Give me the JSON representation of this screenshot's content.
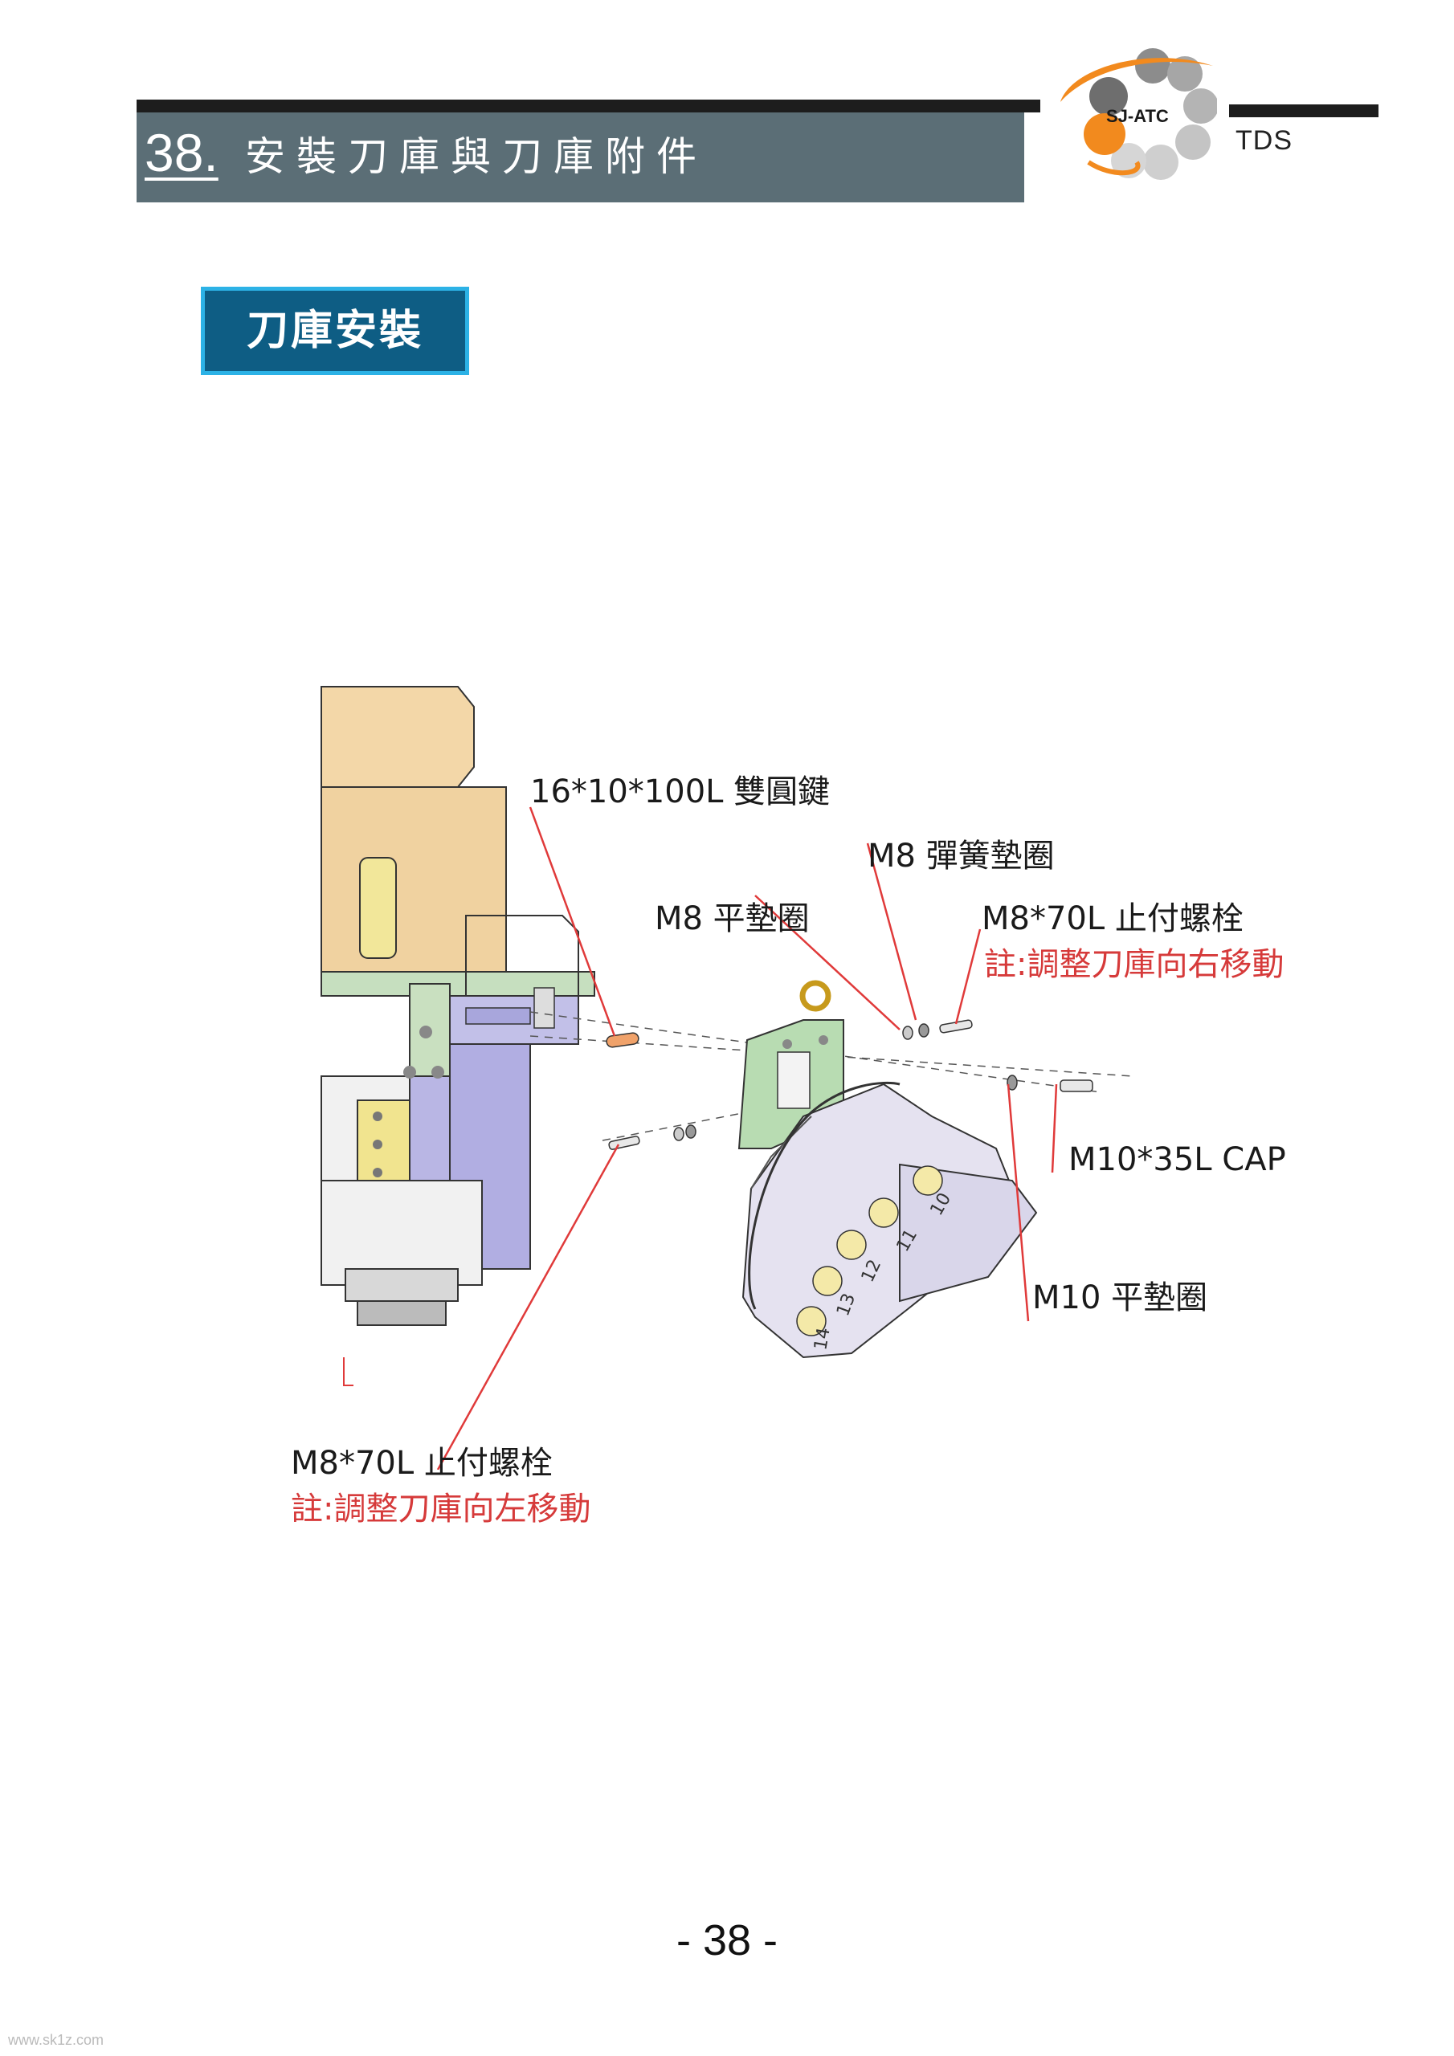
{
  "header": {
    "section_number": "38.",
    "title": "安裝刀庫與刀庫附件",
    "brand_tag": "TDS",
    "logo_text": "SJ-ATC"
  },
  "section_badge": "刀庫安裝",
  "labels": {
    "key": "16*10*100L 雙圓鍵",
    "spring_washer": "M8 彈簧墊圈",
    "flat_washer_m8": "M8 平墊圈",
    "stop_bolt_right": "M8*70L 止付螺栓",
    "note_right": "註:調整刀庫向右移動",
    "cap_screw": "M10*35L CAP",
    "flat_washer_m10": "M10 平墊圈",
    "stop_bolt_left": "M8*70L 止付螺栓",
    "note_left": "註:調整刀庫向左移動"
  },
  "pocket_numbers": [
    "10",
    "11",
    "12",
    "13",
    "14"
  ],
  "colors": {
    "title_bar": "#5b6e76",
    "badge_fill": "#0e5d84",
    "badge_border": "#2cb2e6",
    "note_red": "#d63a3a",
    "leader_red": "#e03a3a",
    "logo_orange": "#f28a1e"
  },
  "page_number": "- 38 -",
  "watermark": "www.sk1z.com"
}
